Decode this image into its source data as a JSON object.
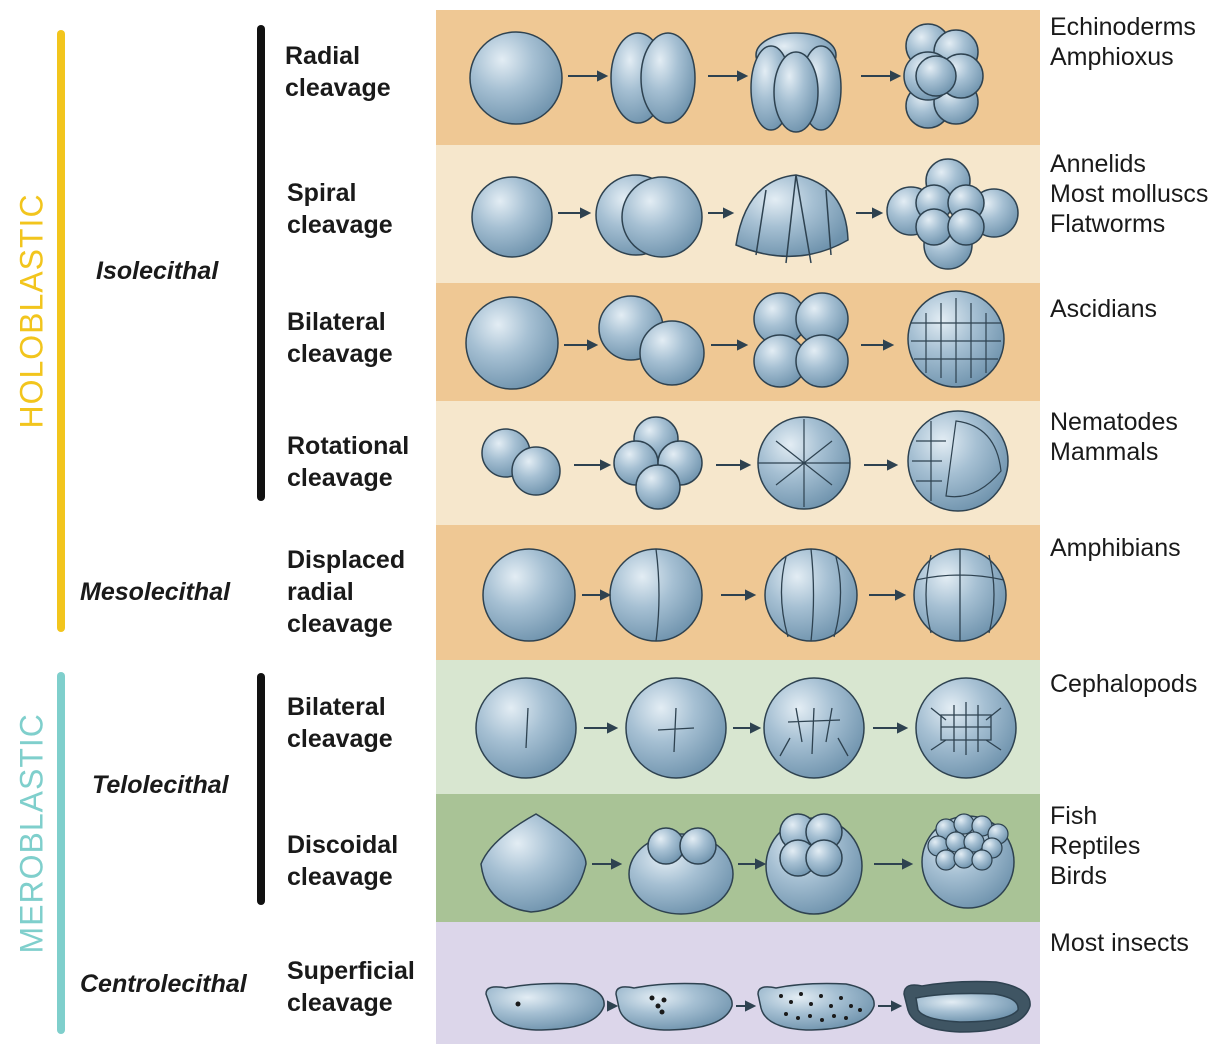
{
  "groups": {
    "holoblastic": {
      "label": "HOLOBLASTIC",
      "color": "#f2c51d"
    },
    "meroblastic": {
      "label": "MEROBLASTIC",
      "color": "#7fcfcc"
    }
  },
  "egg_types": {
    "isolecithal": "Isolecithal",
    "mesolecithal": "Mesolecithal",
    "telolecithal": "Telolecithal",
    "centrolecithal": "Centrolecithal"
  },
  "rows": [
    {
      "cleavage": [
        "Radial",
        "cleavage"
      ],
      "organisms": [
        "Echinoderms",
        "Amphioxus"
      ],
      "band_color": "#efc894"
    },
    {
      "cleavage": [
        "Spiral",
        "cleavage"
      ],
      "organisms": [
        "Annelids",
        "Most molluscs",
        "Flatworms"
      ],
      "band_color": "#f6e7cc"
    },
    {
      "cleavage": [
        "Bilateral",
        "cleavage"
      ],
      "organisms": [
        "Ascidians"
      ],
      "band_color": "#efc894"
    },
    {
      "cleavage": [
        "Rotational",
        "cleavage"
      ],
      "organisms": [
        "Nematodes",
        "Mammals"
      ],
      "band_color": "#f6e7cc"
    },
    {
      "cleavage": [
        "Displaced",
        "radial",
        "cleavage"
      ],
      "organisms": [
        "Amphibians"
      ],
      "band_color": "#efc894"
    },
    {
      "cleavage": [
        "Bilateral",
        "cleavage"
      ],
      "organisms": [
        "Cephalopods"
      ],
      "band_color": "#d8e6d0"
    },
    {
      "cleavage": [
        "Discoidal",
        "cleavage"
      ],
      "organisms": [
        "Fish",
        "Reptiles",
        "Birds"
      ],
      "band_color": "#a9c396"
    },
    {
      "cleavage": [
        "Superficial",
        "cleavage"
      ],
      "organisms": [
        "Most insects"
      ],
      "band_color": "#dcd6ea"
    }
  ],
  "cell_fill": "#8fb0c8",
  "cell_highlight": "#d7e5ef",
  "cell_stroke": "#2e4250"
}
